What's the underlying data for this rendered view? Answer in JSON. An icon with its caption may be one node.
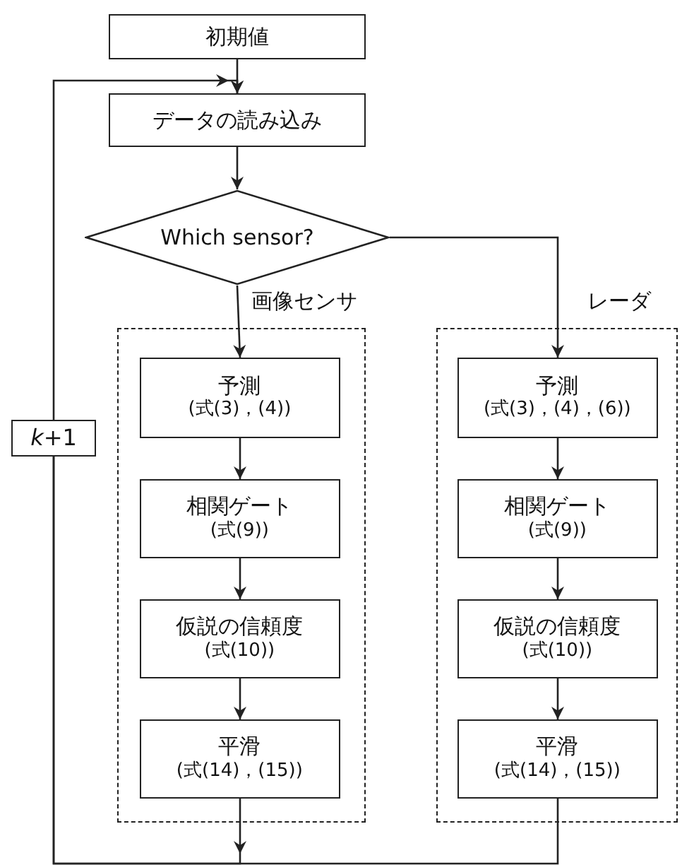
{
  "diagram": {
    "nodes": [
      {
        "text": [
          "初期値"
        ]
      },
      {
        "text": [
          "データの読み込み"
        ]
      },
      {
        "text": [
          "Which sensor?"
        ]
      },
      {
        "text": [],
        "shape": "box"
      },
      {
        "text": [
          "予測",
          "(式(3)，(4))"
        ],
        "in": 3
      },
      {
        "text": [
          "相関ゲート",
          "(式(9))"
        ],
        "in": 3
      },
      {
        "text": [
          "仮説の信頼度",
          "(式(10))"
        ],
        "in": 3
      },
      {
        "text": [
          "平滑",
          "(式(14)，(15))"
        ],
        "in": 3
      },
      {
        "text": [],
        "shape": "box"
      },
      {
        "text": [
          "予測",
          "(式(3)，(4)，(6))"
        ],
        "in": 8
      },
      {
        "text": [
          "相関ゲート",
          "(式(9))"
        ],
        "in": 8
      },
      {
        "text": [
          "仮説の信頼度",
          "(式(10))"
        ],
        "in": 8
      },
      {
        "text": [
          "平滑",
          "(式(14)，(15))"
        ],
        "in": 8
      },
      {
        "text": [
          "*k*+1"
        ]
      }
    ],
    "edges": [
      {
        "from": 0,
        "to": 1,
        "arrow": "to"
      },
      {
        "from": 1,
        "to": 2,
        "arrow": "to"
      },
      {
        "from": 2,
        "to": 4,
        "arrow": "to",
        "label": "画像センサ"
      },
      {
        "from": 2,
        "to": 9,
        "arrow": "to",
        "label": "レーダ"
      },
      {
        "from": 4,
        "to": 5,
        "arrow": "to"
      },
      {
        "from": 5,
        "to": 6,
        "arrow": "to"
      },
      {
        "from": 6,
        "to": 7,
        "arrow": "to"
      },
      {
        "from": 9,
        "to": 10,
        "arrow": "to"
      },
      {
        "from": 10,
        "to": 11,
        "arrow": "to"
      },
      {
        "from": 11,
        "to": 12,
        "arrow": "to"
      },
      {
        "from": 7,
        "to": 13,
        "arrow": "to"
      },
      {
        "from": 12,
        "to": 13,
        "arrow": "none"
      },
      {
        "from": 13,
        "to": 1,
        "arrow": "to"
      }
    ]
  }
}
